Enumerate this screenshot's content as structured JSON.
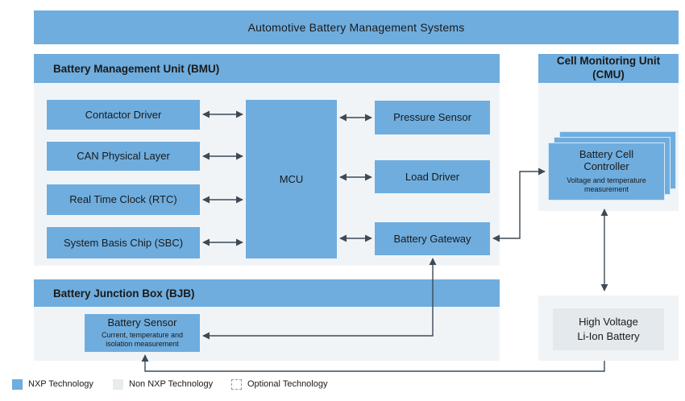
{
  "banner": {
    "title": "Automotive Battery Management Systems"
  },
  "bmu": {
    "title": "Battery Management Unit (BMU)",
    "blocks": {
      "contactor_driver": "Contactor Driver",
      "can_physical_layer": "CAN Physical Layer",
      "rtc": "Real Time Clock (RTC)",
      "sbc": "System Basis Chip (SBC)",
      "mcu": "MCU",
      "pressure_sensor": "Pressure Sensor",
      "load_driver": "Load Driver",
      "battery_gateway": "Battery Gateway"
    }
  },
  "cmu": {
    "title": "Cell Monitoring Unit (CMU)",
    "battery_cell_controller": {
      "title": "Battery Cell Controller",
      "subtitle": "Voltage and temperature measurement"
    }
  },
  "bjb": {
    "title": "Battery Junction Box (BJB)",
    "battery_sensor": {
      "title": "Battery Sensor",
      "subtitle": "Current, temperature and isolation measurement"
    }
  },
  "hv_battery": {
    "line1": "High Voltage",
    "line2": "Li-Ion Battery"
  },
  "legend": {
    "items": [
      {
        "label": "NXP Technology",
        "color": "#6fadde"
      },
      {
        "label": "Non NXP Technology",
        "color": "#e8ecef"
      },
      {
        "label": "Optional Technology",
        "color": "dashed-outline"
      }
    ]
  },
  "colors": {
    "nxp_blue": "#6fadde",
    "panel_gray": "#f1f4f7",
    "non_nxp_gray": "#e4e9ed",
    "wire": "#3d4a55"
  }
}
